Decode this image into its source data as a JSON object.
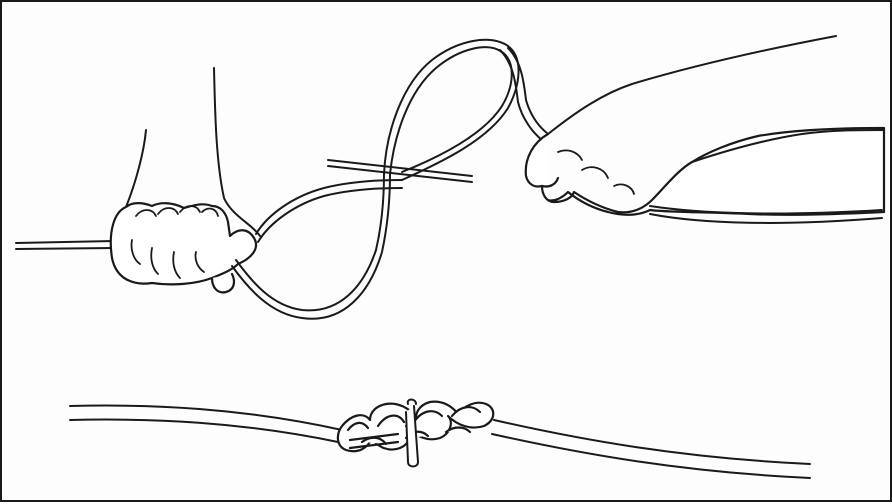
{
  "illustration": {
    "subject": "rope-knot-tying",
    "parts": [
      "hands-forming-figure-eight-loop",
      "finished-knot"
    ],
    "line_color": "#1a1a1a",
    "background_color": "#fdfdfd",
    "border_color": "#1a1a1a"
  }
}
